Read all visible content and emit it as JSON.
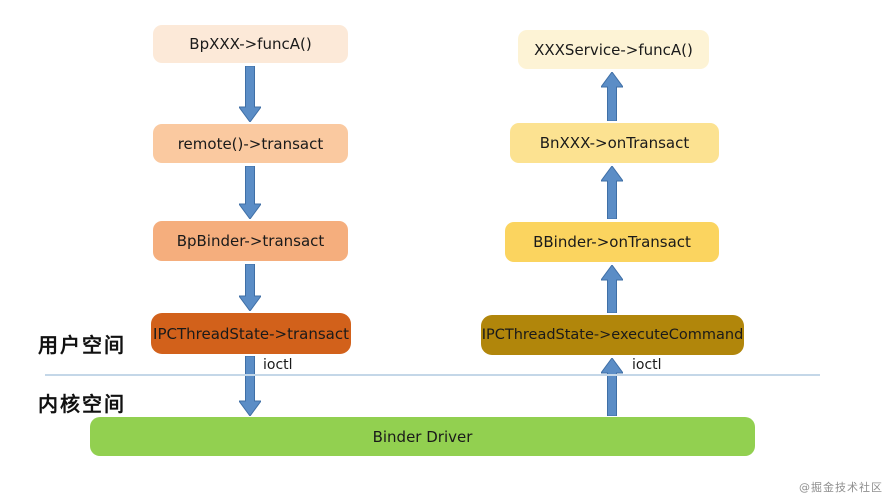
{
  "diagram": {
    "title_implicit": "Binder IPC flow",
    "left_flow": {
      "boxes": [
        {
          "label": "BpXXX->funcA()"
        },
        {
          "label": "remote()->transact"
        },
        {
          "label": "BpBinder->transact"
        },
        {
          "label": "IPCThreadState->transact"
        }
      ]
    },
    "right_flow": {
      "boxes": [
        {
          "label": "XXXService->funcA()"
        },
        {
          "label": "BnXXX->onTransact"
        },
        {
          "label": "BBinder->onTransact"
        },
        {
          "label": "IPCThreadState->executeCommand"
        }
      ]
    },
    "bottom_box": {
      "label": "Binder Driver"
    },
    "labels": {
      "user_space": "用户空间",
      "kernel_space": "内核空间",
      "ioctl_left": "ioctl",
      "ioctl_right": "ioctl"
    },
    "watermark": "@掘金技术社区",
    "colors": {
      "arrow": "#5B8DC6",
      "arrow_border": "#3F6FA6",
      "left_boxes": [
        "#FCE9D8",
        "#FAC9A0",
        "#F5AE7D",
        "#D2611B"
      ],
      "right_boxes": [
        "#FDF3D5",
        "#FCE291",
        "#FBD45F",
        "#B1860B"
      ],
      "binder_driver": "#92D050",
      "divider_line": "#C4D7E8"
    }
  }
}
